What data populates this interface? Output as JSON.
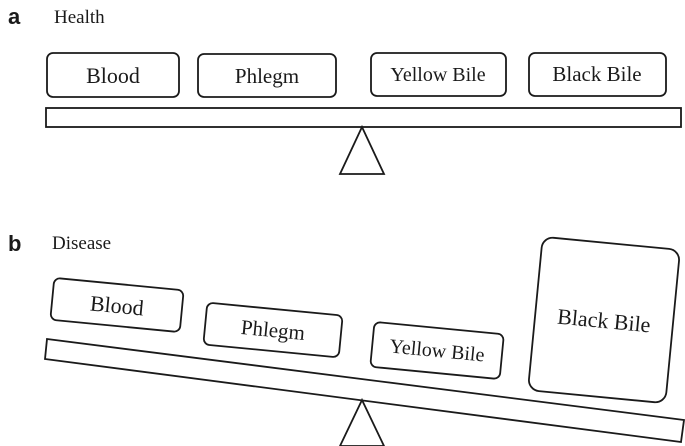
{
  "panels": [
    {
      "letter": "a",
      "caption": "Health",
      "humors": [
        "Blood",
        "Phlegm",
        "Yellow Bile",
        "Black Bile"
      ]
    },
    {
      "letter": "b",
      "caption": "Disease",
      "humors": [
        "Blood",
        "Phlegm",
        "Yellow Bile",
        "Black Bile"
      ]
    }
  ]
}
